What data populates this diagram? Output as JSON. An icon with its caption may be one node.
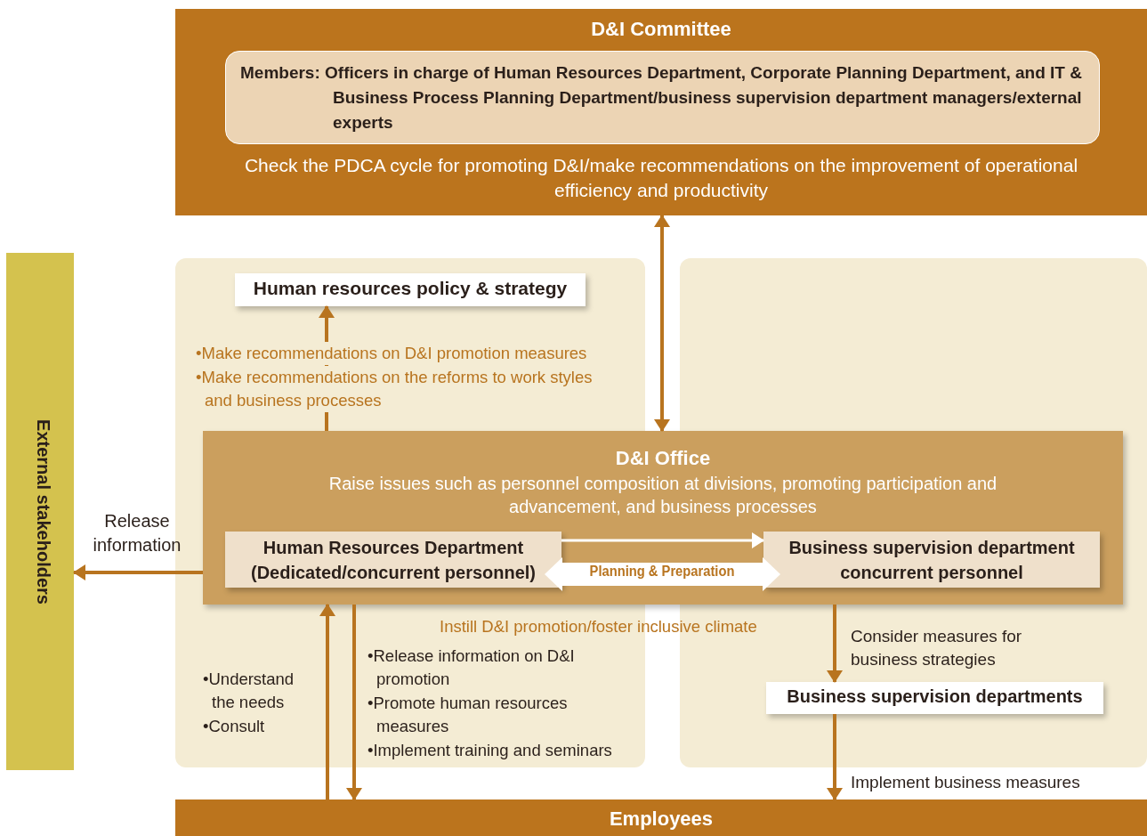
{
  "diagram": {
    "nodes": [
      {
        "text": [
          "D&I Committee",
          "Check the PDCA cycle for promoting D&I/make recommendations on the improvement of operational efficiency and productivity"
        ]
      },
      {
        "text": [
          "Members: Officers in charge of Human Resources Department, Corporate Planning Department, and IT & Business Process Planning Department/business supervision department managers/external experts"
        ],
        "in": 0
      },
      {
        "text": [
          "External stakeholders"
        ]
      },
      {
        "text": [
          "Human resources policy & strategy"
        ]
      },
      {
        "text": [
          "D&I Office",
          "Raise issues such as personnel composition at divisions, promoting participation and advancement, and business processes"
        ]
      },
      {
        "text": [
          "Human Resources Department (Dedicated/concurrent personnel)"
        ],
        "in": 4
      },
      {
        "text": [
          "Business supervision department concurrent personnel"
        ],
        "in": 4
      },
      {
        "text": [
          "Business supervision departments"
        ]
      },
      {
        "text": [
          "Employees"
        ]
      }
    ],
    "edges": [
      {
        "from": 4,
        "to": 0,
        "arrow": "both"
      },
      {
        "from": 4,
        "to": 3,
        "arrow": "to"
      },
      {
        "from": 4,
        "to": 2,
        "arrow": "to",
        "label": "Release information"
      },
      {
        "from": 5,
        "to": 6,
        "arrow": "to",
        "color": "#ffffff"
      },
      {
        "from": 5,
        "to": 6,
        "arrow": "both",
        "label": "Planning & Preparation",
        "style": "thick",
        "color": "#ffffff"
      },
      {
        "from": 8,
        "to": 4,
        "arrow": "to"
      },
      {
        "from": 4,
        "to": 8,
        "arrow": "to"
      },
      {
        "from": 4,
        "to": 7,
        "arrow": "to",
        "label": "Consider measures for business strategies"
      },
      {
        "from": 7,
        "to": 8,
        "arrow": "to",
        "label": "Implement business measures"
      }
    ],
    "labels": [
      "•Make recommendations on D&I promotion measures",
      "•Make recommendations on the reforms to work styles and business processes",
      "Instill D&I promotion/foster inclusive climate",
      "•Understand the needs",
      "•Consult",
      "•Release information on D&I promotion",
      "•Promote human resources measures",
      "•Implement training and seminars"
    ]
  }
}
